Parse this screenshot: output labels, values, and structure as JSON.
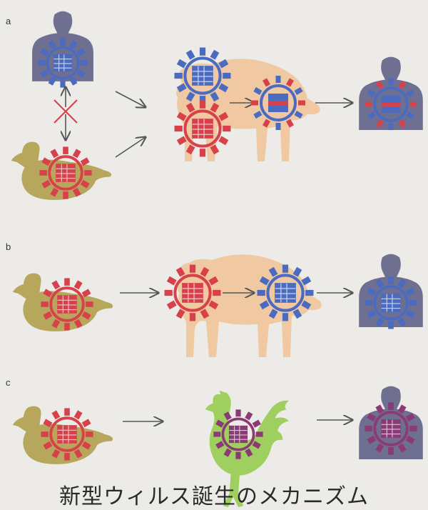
{
  "panels": [
    {
      "label": "a"
    },
    {
      "label": "b"
    },
    {
      "label": "c"
    }
  ],
  "caption": "新型ウィルス誕生のメカニズム",
  "colors": {
    "human": "#6e6f91",
    "duck": "#b6a75c",
    "pig": "#f0c9a2",
    "chicken": "#9fd05f",
    "virus_human": "#4a6bc0",
    "virus_avian": "#d7414a",
    "virus_new_chicken": "#8a3a74",
    "arrow": "#555555",
    "cross": "#d7414a"
  },
  "icons": [
    "human-figure",
    "duck",
    "pig",
    "chicken",
    "virus-particle",
    "arrow",
    "blocked-cross"
  ]
}
